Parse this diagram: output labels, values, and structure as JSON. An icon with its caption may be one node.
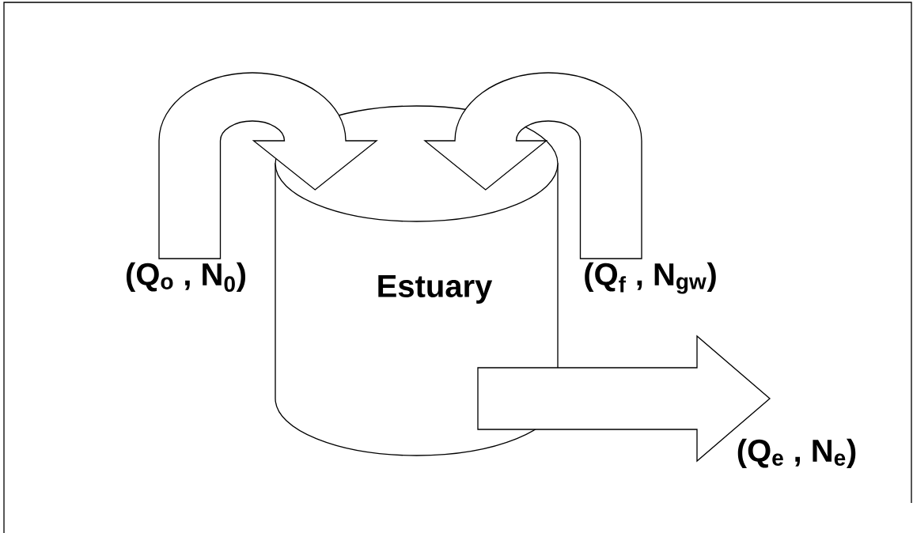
{
  "diagram": {
    "nodes": [
      {
        "text": [
          "Estuary"
        ]
      },
      {
        "text": [
          "(Q$_{o}$ , N$_{0}$)"
        ]
      },
      {
        "text": [
          "(Q$_{f}$ , N$_{gw}$)"
        ]
      },
      {
        "text": [
          "(Q$_{e}$ , N$_{e}$)"
        ]
      }
    ],
    "edges": [
      {
        "from": 1,
        "to": 0,
        "arrow": "to"
      },
      {
        "from": 2,
        "to": 0,
        "arrow": "to"
      },
      {
        "from": 0,
        "to": 3,
        "arrow": "to"
      }
    ]
  }
}
